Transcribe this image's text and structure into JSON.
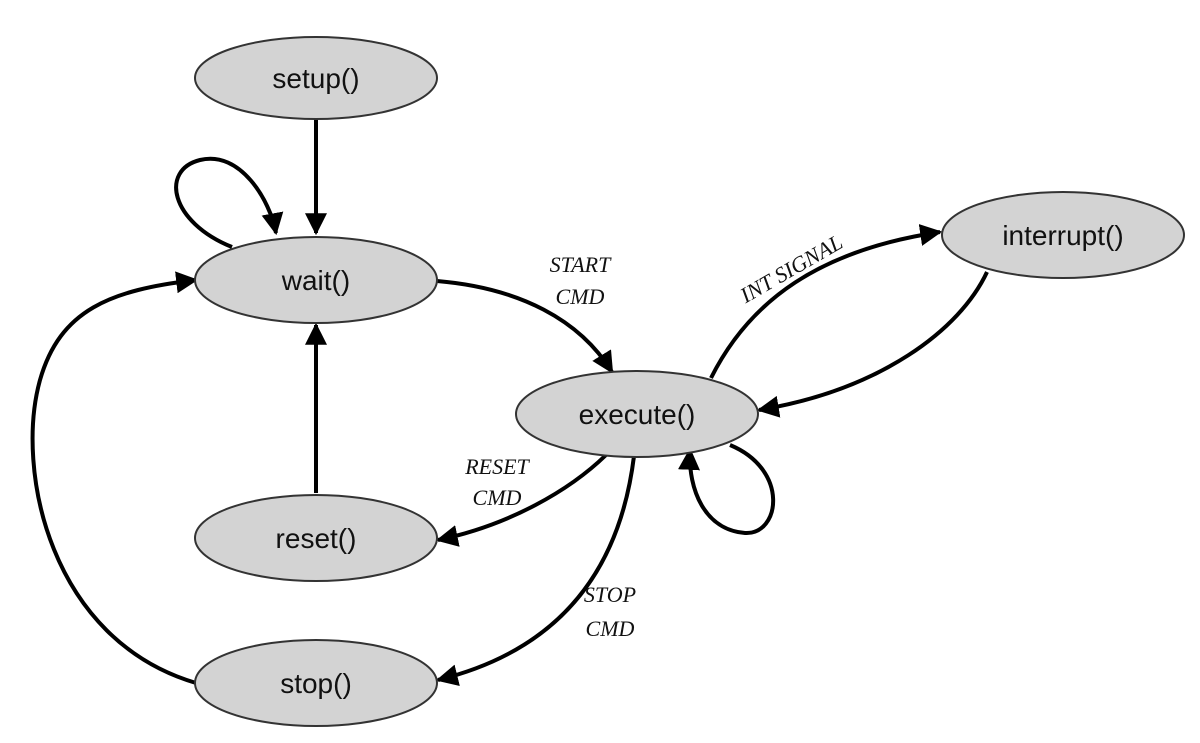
{
  "nodes": {
    "setup": "setup()",
    "wait": "wait()",
    "execute": "execute()",
    "interrupt": "interrupt()",
    "reset": "reset()",
    "stop": "stop()"
  },
  "edge_labels": {
    "start_line1": "START",
    "start_line2": "CMD",
    "int_signal": "INT SIGNAL",
    "reset_line1": "RESET",
    "reset_line2": "CMD",
    "stop_line1": "STOP",
    "stop_line2": "CMD"
  },
  "colors": {
    "node_fill": "#d3d3d3",
    "node_stroke": "#333333",
    "edge": "#000000"
  }
}
